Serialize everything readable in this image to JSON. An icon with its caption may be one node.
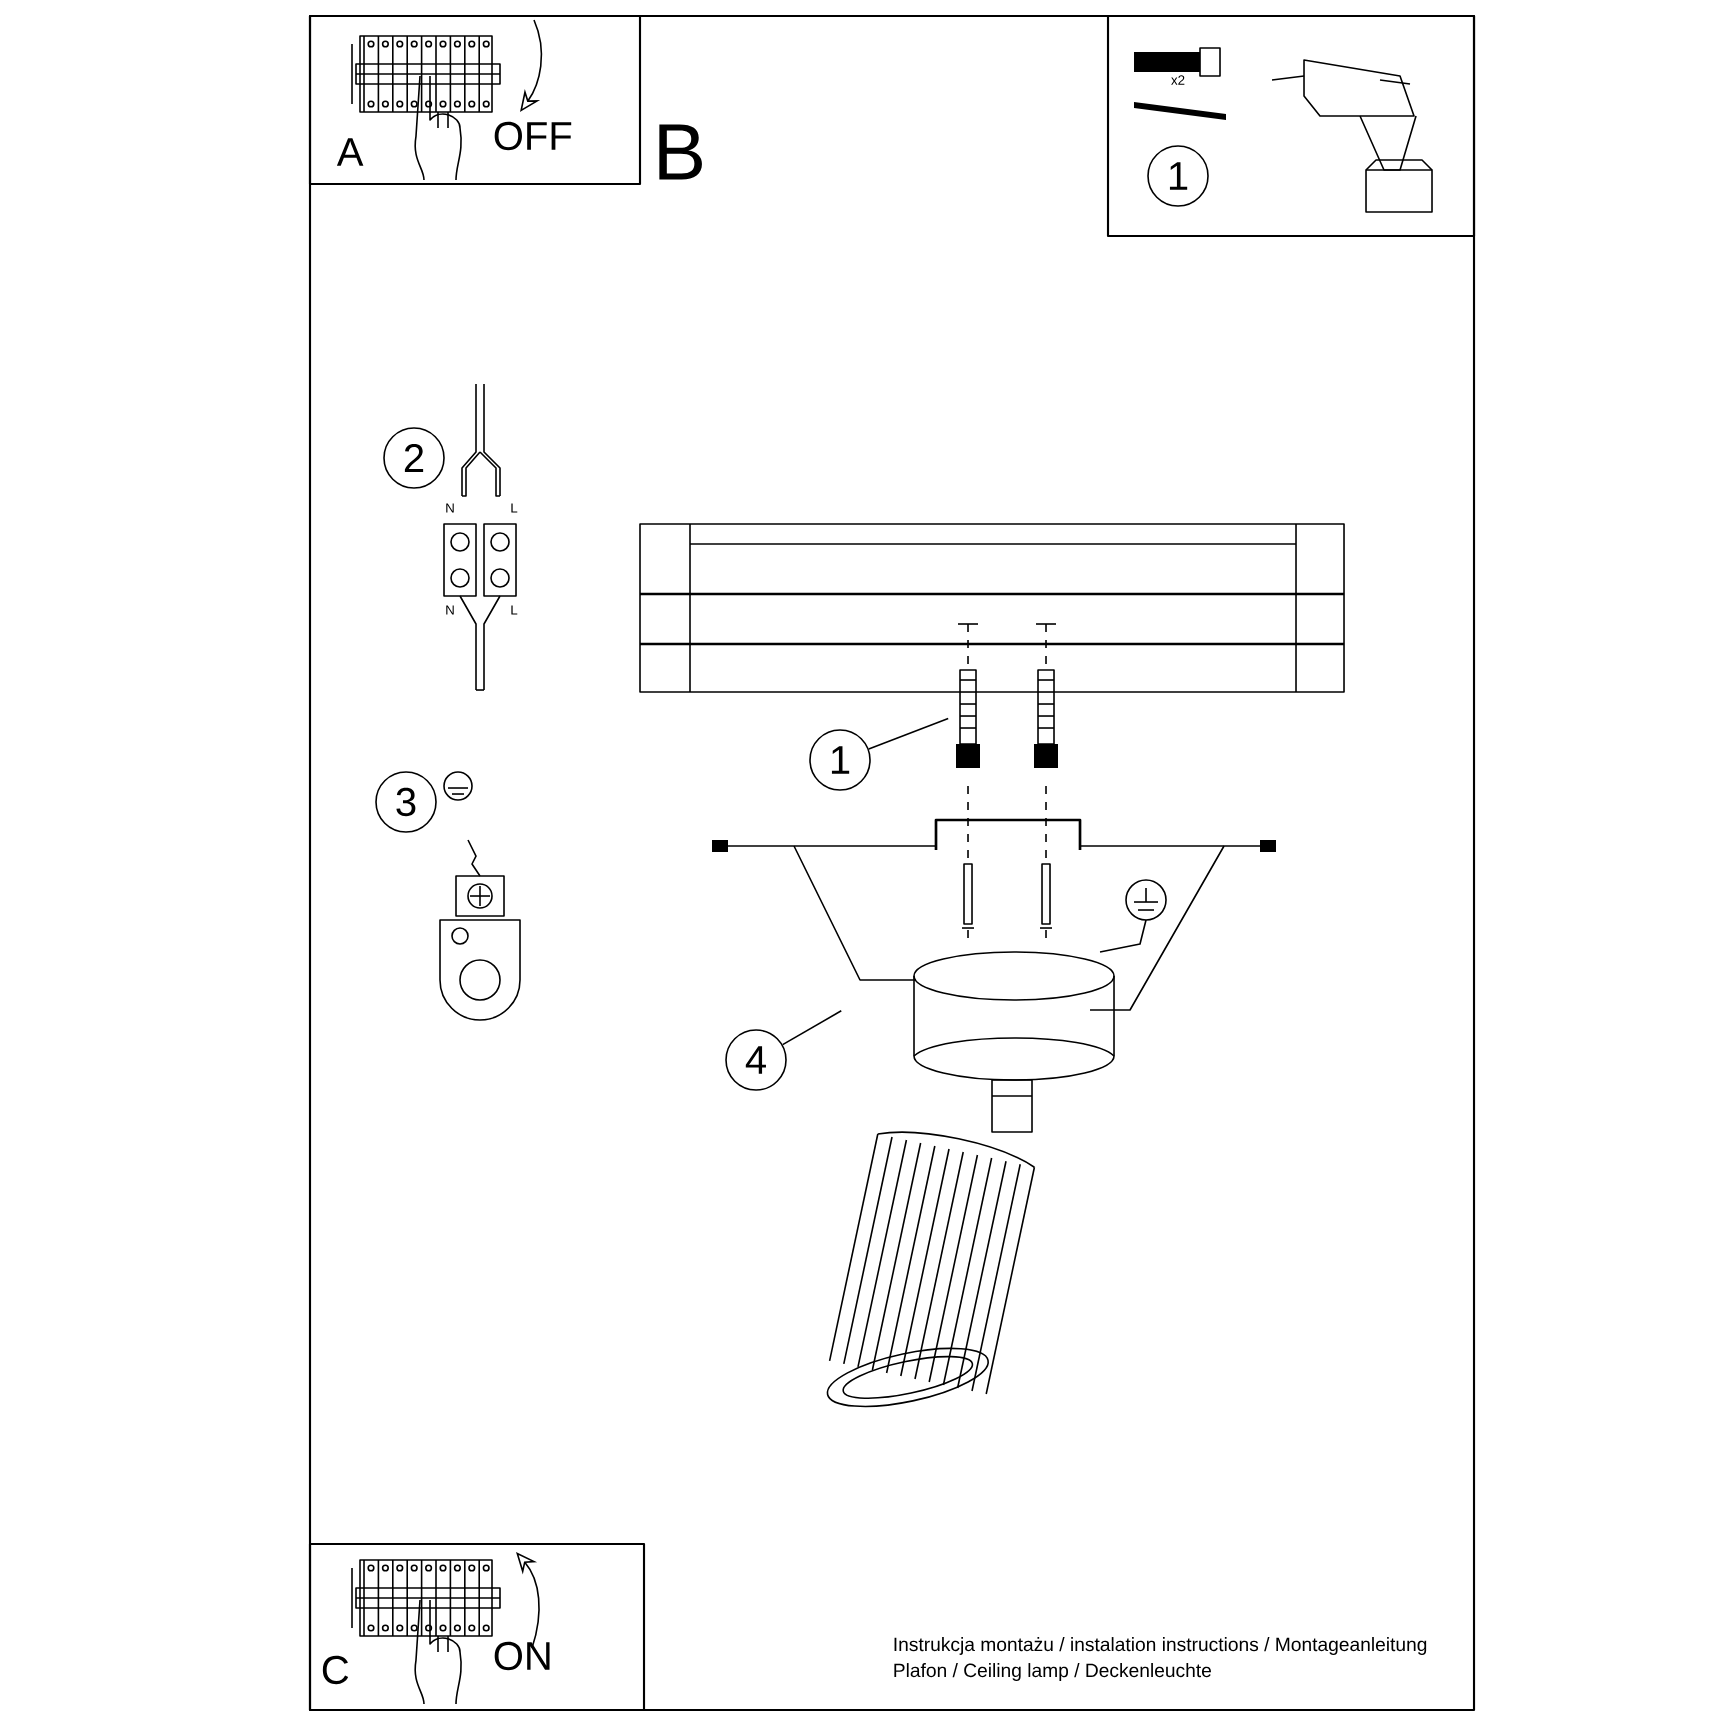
{
  "diagram": {
    "nodes": [
      {
        "text": [
          "1"
        ]
      },
      {
        "text": [
          "2"
        ]
      },
      {
        "text": [
          "1"
        ]
      },
      {
        "text": [
          "3"
        ]
      },
      {
        "text": [
          "4"
        ]
      },
      {
        "text": [],
        "shape": "picture"
      },
      {
        "text": [],
        "shape": "picture"
      }
    ],
    "edges": [
      {
        "from": 2,
        "to": 5,
        "arrow": "none"
      },
      {
        "from": 4,
        "to": 6,
        "arrow": "none"
      }
    ],
    "labels": [
      "A",
      "OFF",
      "B",
      "x2",
      "N",
      "L",
      "N",
      "L",
      "C",
      "ON",
      "Instrukcja montażu / instalation instructions / Montageanleitung",
      "Plafon / Ceiling lamp / Deckenleuchte"
    ]
  }
}
